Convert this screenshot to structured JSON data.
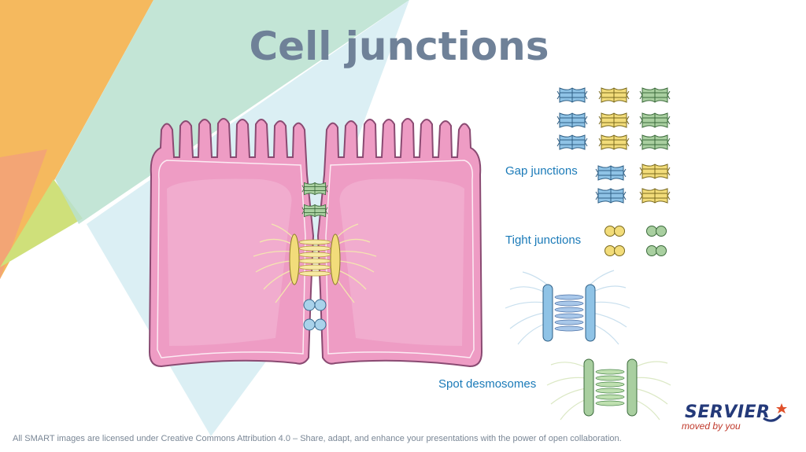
{
  "slide": {
    "title": "Cell junctions",
    "labels": {
      "gap": "Gap junctions",
      "tight": "Tight junctions",
      "spot": "Spot desmosomes"
    },
    "footer": "All SMART images are licensed under Creative Commons Attribution 4.0 – Share, adapt, and enhance your presentations with the power of open collaboration.",
    "brand": {
      "name": "SERVIER",
      "tagline": "moved by you"
    }
  },
  "colors": {
    "title": "#6f8198",
    "label": "#1a7ab8",
    "cell_fill": "#ee9cc4",
    "cell_outline": "#8a4a72",
    "gap_blue": "#8fc3e6",
    "gap_yellow": "#f2dc7a",
    "gap_green": "#a9cfa0",
    "brand_blue": "#243a7a",
    "brand_red": "#c0392b"
  }
}
